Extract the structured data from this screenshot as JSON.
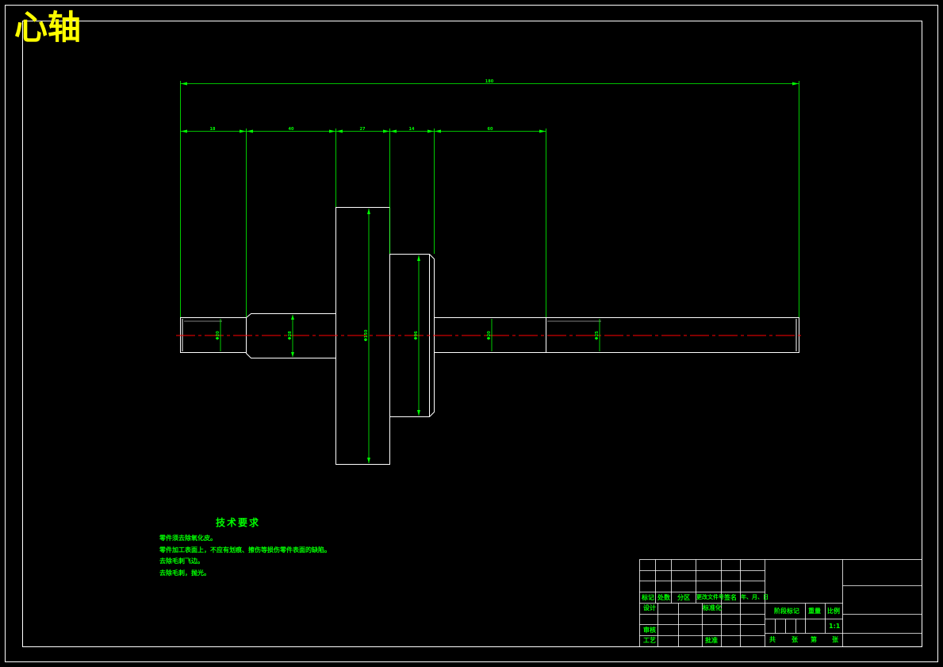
{
  "title": "心轴",
  "colors": {
    "background": "#000000",
    "border": "#ffffff",
    "outline": "#ffffff",
    "dimension": "#00ff00",
    "centerline": "#ff0000",
    "title_text": "#ffff00",
    "note_text": "#00ff00"
  },
  "dimensions": {
    "overall": "180",
    "segments": [
      "18",
      "40",
      "27",
      "14",
      "60"
    ],
    "diameters": [
      "Φ20",
      "Φ28",
      "Φ150",
      "Φ96",
      "Φ20",
      "Φ25"
    ]
  },
  "tech_requirements": {
    "heading": "技术要求",
    "items": [
      "零件须去除氧化皮。",
      "零件加工表面上，不应有划痕、擦伤等损伤零件表面的缺陷。",
      "去除毛刺飞边。",
      "去除毛刺，抛光。"
    ]
  },
  "title_block": {
    "headers": [
      "标记",
      "处数",
      "分区",
      "更改文件号",
      "签名",
      "年、月、日"
    ],
    "design": "设计",
    "standardize": "标准化",
    "review": "审核",
    "process": "工艺",
    "approve": "批准",
    "stage_mark": "阶段标记",
    "weight": "重量",
    "scale": "比例",
    "scale_value": "1:1",
    "sheet_total": "共",
    "sheet_unit_1": "张",
    "sheet_no": "第",
    "sheet_unit_2": "张"
  }
}
